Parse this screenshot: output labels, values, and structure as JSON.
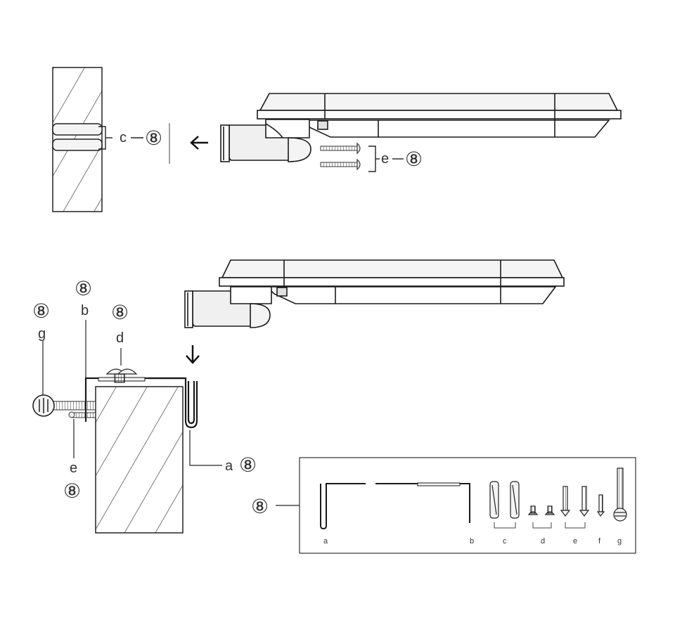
{
  "part_number": "⑧",
  "step1": {
    "anchor_label": "c",
    "screw_label": "e"
  },
  "step2": {
    "label_g": "g",
    "label_b": "b",
    "label_d": "d",
    "label_e": "e",
    "label_a": "a"
  },
  "parts_box": {
    "labels": [
      "a",
      "b",
      "c",
      "d",
      "e",
      "f",
      "g"
    ]
  },
  "colors": {
    "stroke": "#1a1a1a",
    "fill_light": "#f4f4f4",
    "fill_mid": "#d9d9d9"
  }
}
